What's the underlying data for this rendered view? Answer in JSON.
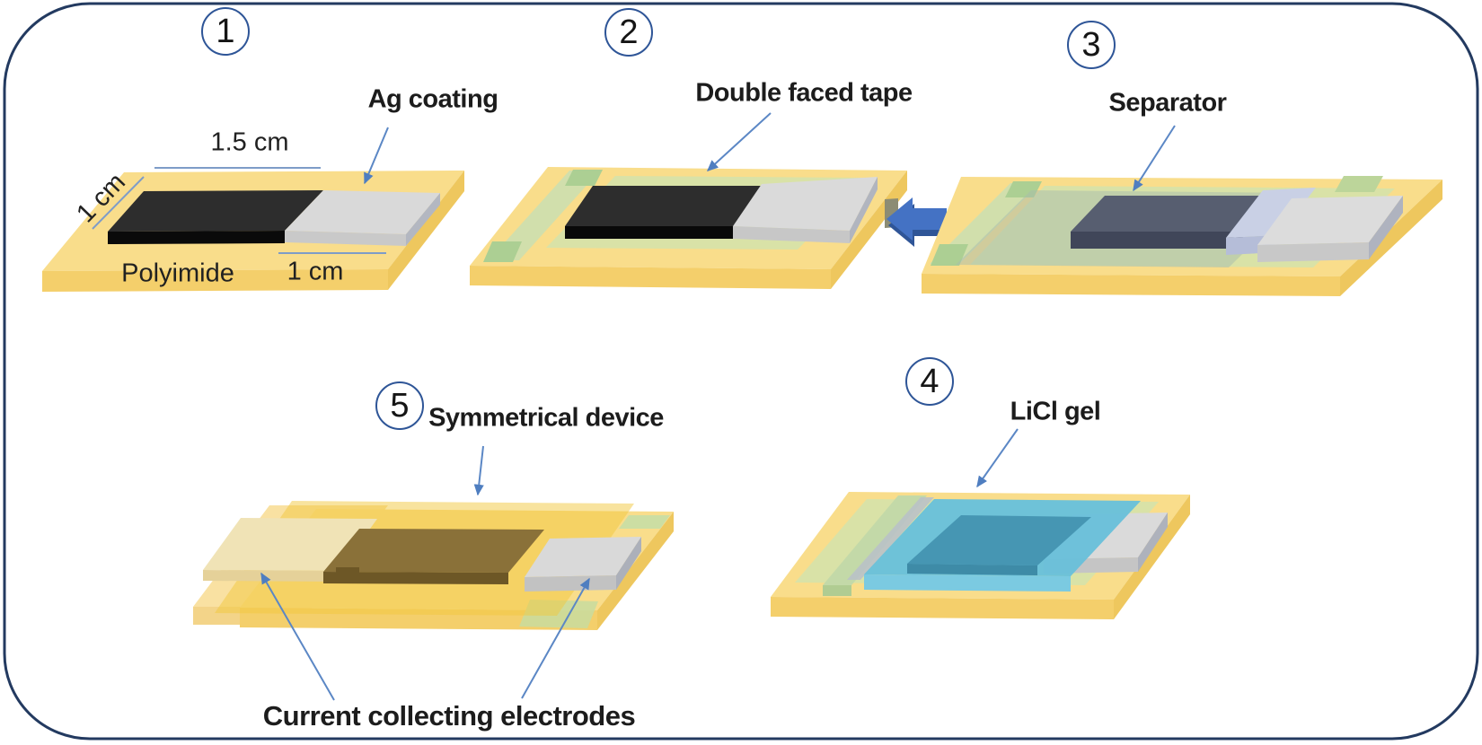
{
  "steps": [
    {
      "number": "1",
      "label": "Ag coating"
    },
    {
      "number": "2",
      "label": "Double faced tape"
    },
    {
      "number": "3",
      "label": "Separator"
    },
    {
      "number": "4",
      "label": "LiCl gel"
    },
    {
      "number": "5",
      "label": "Symmetrical device"
    }
  ],
  "step1_annotations": {
    "width_top": "1.5 cm",
    "depth_left": "1 cm",
    "width_bottom": "1 cm",
    "substrate": "Polyimide"
  },
  "step5_annotations": {
    "electrodes": "Current collecting electrodes"
  },
  "materials_colors": {
    "polyimide_substrate": "#F9DD8B",
    "double_faced_tape": "#D9E2A7",
    "carbon_electrode": "#2D2D2D",
    "ag_coating": "#D9D9D9",
    "separator": "#575E70",
    "licl_gel": "#68C0DA",
    "device_core": "#8A7139",
    "press_arrow": "#4472C4",
    "annotation_arrow": "#5B87C5",
    "number_circle_stroke": "#2E5597",
    "figure_border": "#233A60"
  }
}
